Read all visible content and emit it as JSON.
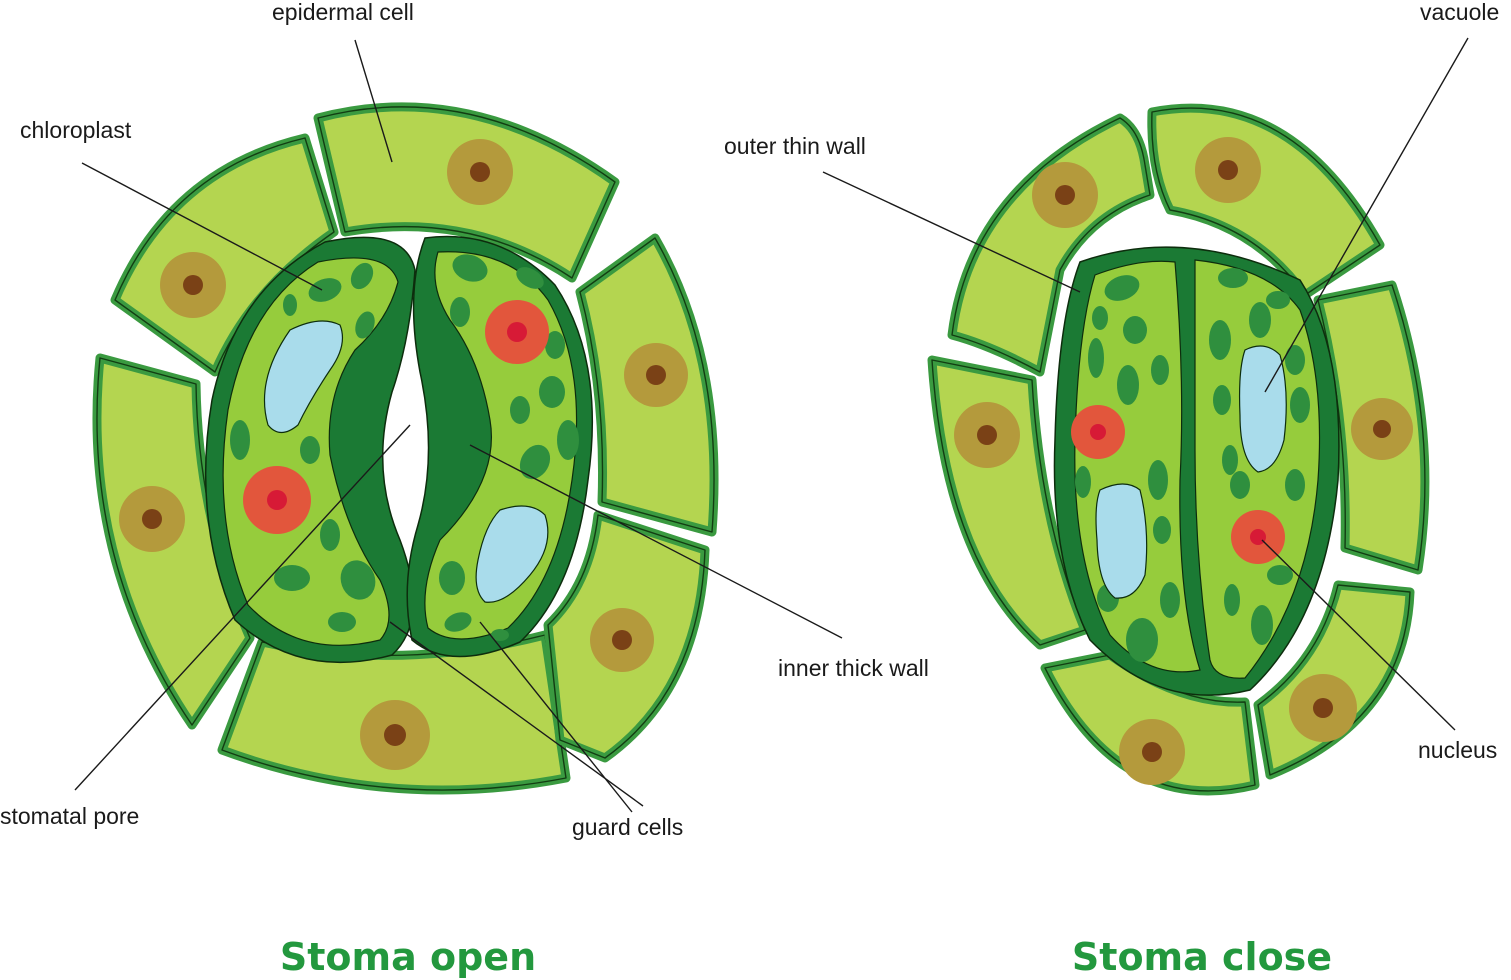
{
  "titles": {
    "open": "Stoma open",
    "close": "Stoma close"
  },
  "labels": {
    "epidermal_cell": "epidermal cell",
    "chloroplast": "chloroplast",
    "stomatal_pore": "stomatal pore",
    "guard_cells": "guard cells",
    "inner_thick_wall": "inner thick wall",
    "outer_thin_wall": "outer thin wall",
    "vacuole": "vacuole",
    "nucleus": "nucleus"
  },
  "colors": {
    "epidermal_fill": "#b4d550",
    "epidermal_border": "#3a9a40",
    "guard_cell_wall": "#1b7a34",
    "guard_cell_cytoplasm": "#96cc3c",
    "chloroplast": "#2f8f3e",
    "vacuole": "#a9dceb",
    "guard_nucleus": "#e2563c",
    "epidermal_nucleus": "#b49a3c",
    "title": "#23983e"
  }
}
